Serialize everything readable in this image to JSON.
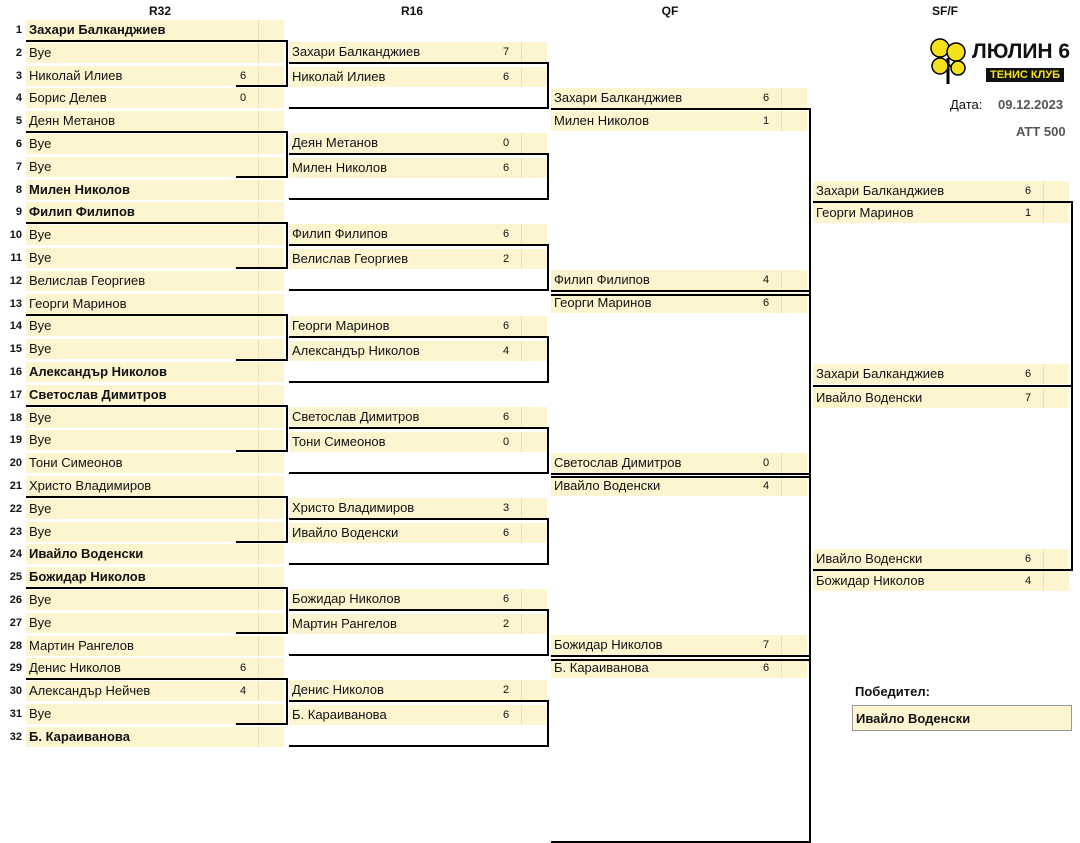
{
  "headers": [
    "R32",
    "R16",
    "QF",
    "SF/F"
  ],
  "r32": [
    {
      "n": "1",
      "name": "Захари Балканджиев",
      "bold": true,
      "score": ""
    },
    {
      "n": "2",
      "name": "Bye",
      "bold": false,
      "score": ""
    },
    {
      "n": "3",
      "name": "Николай Илиев",
      "bold": false,
      "score": "6"
    },
    {
      "n": "4",
      "name": "Борис Делев",
      "bold": false,
      "score": "0"
    },
    {
      "n": "5",
      "name": "Деян Метанов",
      "bold": false,
      "score": ""
    },
    {
      "n": "6",
      "name": "Bye",
      "bold": false,
      "score": ""
    },
    {
      "n": "7",
      "name": "Bye",
      "bold": false,
      "score": ""
    },
    {
      "n": "8",
      "name": "Милен Николов",
      "bold": true,
      "score": ""
    },
    {
      "n": "9",
      "name": "Филип Филипов",
      "bold": true,
      "score": ""
    },
    {
      "n": "10",
      "name": "Bye",
      "bold": false,
      "score": ""
    },
    {
      "n": "11",
      "name": "Bye",
      "bold": false,
      "score": ""
    },
    {
      "n": "12",
      "name": "Велислав Георгиев",
      "bold": false,
      "score": ""
    },
    {
      "n": "13",
      "name": "Георги Маринов",
      "bold": false,
      "score": ""
    },
    {
      "n": "14",
      "name": "Bye",
      "bold": false,
      "score": ""
    },
    {
      "n": "15",
      "name": "Bye",
      "bold": false,
      "score": ""
    },
    {
      "n": "16",
      "name": "Александър Николов",
      "bold": true,
      "score": ""
    },
    {
      "n": "17",
      "name": "Светослав Димитров",
      "bold": true,
      "score": ""
    },
    {
      "n": "18",
      "name": "Bye",
      "bold": false,
      "score": ""
    },
    {
      "n": "19",
      "name": "Bye",
      "bold": false,
      "score": ""
    },
    {
      "n": "20",
      "name": "Тони Симеонов",
      "bold": false,
      "score": ""
    },
    {
      "n": "21",
      "name": "Христо Владимиров",
      "bold": false,
      "score": ""
    },
    {
      "n": "22",
      "name": "Bye",
      "bold": false,
      "score": ""
    },
    {
      "n": "23",
      "name": "Bye",
      "bold": false,
      "score": ""
    },
    {
      "n": "24",
      "name": "Ивайло Воденски",
      "bold": true,
      "score": ""
    },
    {
      "n": "25",
      "name": "Божидар Николов",
      "bold": true,
      "score": ""
    },
    {
      "n": "26",
      "name": "Bye",
      "bold": false,
      "score": ""
    },
    {
      "n": "27",
      "name": "Bye",
      "bold": false,
      "score": ""
    },
    {
      "n": "28",
      "name": "Мартин Рангелов",
      "bold": false,
      "score": ""
    },
    {
      "n": "29",
      "name": "Денис Николов",
      "bold": false,
      "score": "6"
    },
    {
      "n": "30",
      "name": "Александър Нейчев",
      "bold": false,
      "score": "4"
    },
    {
      "n": "31",
      "name": "Bye",
      "bold": false,
      "score": ""
    },
    {
      "n": "32",
      "name": "Б. Караиванова",
      "bold": true,
      "score": ""
    }
  ],
  "r16": [
    {
      "name": "Захари Балканджиев",
      "score": "7"
    },
    {
      "name": "Николай Илиев",
      "score": "6"
    },
    {
      "name": "Деян Метанов",
      "score": "0"
    },
    {
      "name": "Милен Николов",
      "score": "6"
    },
    {
      "name": "Филип Филипов",
      "score": "6"
    },
    {
      "name": "Велислав Георгиев",
      "score": "2"
    },
    {
      "name": "Георги Маринов",
      "score": "6"
    },
    {
      "name": "Александър Николов",
      "score": "4"
    },
    {
      "name": "Светослав Димитров",
      "score": "6"
    },
    {
      "name": "Тони Симеонов",
      "score": "0"
    },
    {
      "name": "Христо Владимиров",
      "score": "3"
    },
    {
      "name": "Ивайло Воденски",
      "score": "6"
    },
    {
      "name": "Божидар Николов",
      "score": "6"
    },
    {
      "name": "Мартин Рангелов",
      "score": "2"
    },
    {
      "name": "Денис Николов",
      "score": "2"
    },
    {
      "name": "Б. Караиванова",
      "score": "6"
    }
  ],
  "qf": [
    {
      "name": "Захари Балканджиев",
      "score": "6"
    },
    {
      "name": "Милен Николов",
      "score": "1"
    },
    {
      "name": "Филип Филипов",
      "score": "4"
    },
    {
      "name": "Георги Маринов",
      "score": "6"
    },
    {
      "name": "Светослав Димитров",
      "score": "0"
    },
    {
      "name": "Ивайло Воденски",
      "score": "4"
    },
    {
      "name": "Божидар Николов",
      "score": "7"
    },
    {
      "name": "Б. Караиванова",
      "score": "6"
    }
  ],
  "sf": [
    {
      "name": "Захари Балканджиев",
      "score": "6"
    },
    {
      "name": "Георги Маринов",
      "score": "1"
    },
    {
      "name": "Ивайло Воденски",
      "score": "6"
    },
    {
      "name": "Божидар Николов",
      "score": "4"
    }
  ],
  "final": [
    {
      "name": "Захари Балканджиев",
      "score": "6"
    },
    {
      "name": "Ивайло Воденски",
      "score": "7"
    }
  ],
  "logo": {
    "title": "ЛЮЛИН 6",
    "subtitle": "ТЕНИС КЛУБ"
  },
  "date_label": "Дата:",
  "date_value": "09.12.2023",
  "category": "ATT 500",
  "winner_label": "Победител:",
  "winner": "Ивайло Воденски",
  "colors": {
    "cell": "#fdf5d0",
    "line": "#000000",
    "logo_yellow": "#f3e21b",
    "label_gray": "#555555"
  }
}
